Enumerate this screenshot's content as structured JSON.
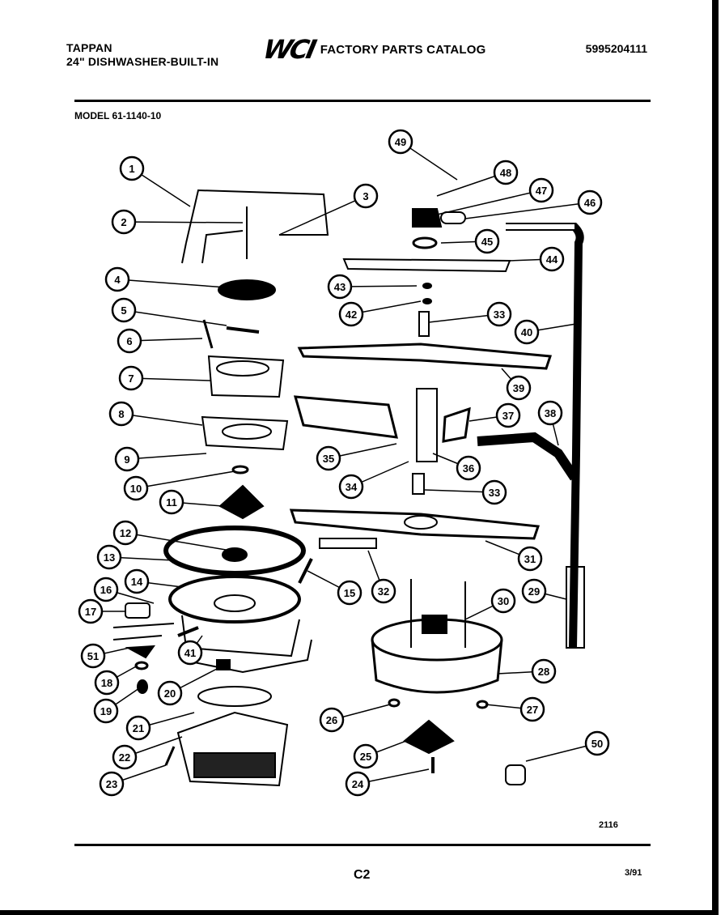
{
  "header": {
    "brand": "TAPPAN",
    "product": "24\" DISHWASHER-BUILT-IN",
    "logo_text": "WCI",
    "catalog_title": "FACTORY PARTS CATALOG",
    "part_number": "5995204111"
  },
  "model": "MODEL 61-1140-10",
  "diagram_ref": "2116",
  "page_label": "C2",
  "date": "3/91",
  "callouts": [
    "1",
    "2",
    "3",
    "4",
    "5",
    "6",
    "7",
    "8",
    "9",
    "10",
    "11",
    "12",
    "13",
    "14",
    "15",
    "16",
    "17",
    "51",
    "18",
    "19",
    "20",
    "21",
    "22",
    "23",
    "24",
    "25",
    "26",
    "27",
    "28",
    "29",
    "30",
    "31",
    "32",
    "33",
    "33",
    "34",
    "35",
    "36",
    "37",
    "38",
    "39",
    "40",
    "41",
    "42",
    "43",
    "44",
    "45",
    "46",
    "47",
    "48",
    "49",
    "50"
  ]
}
